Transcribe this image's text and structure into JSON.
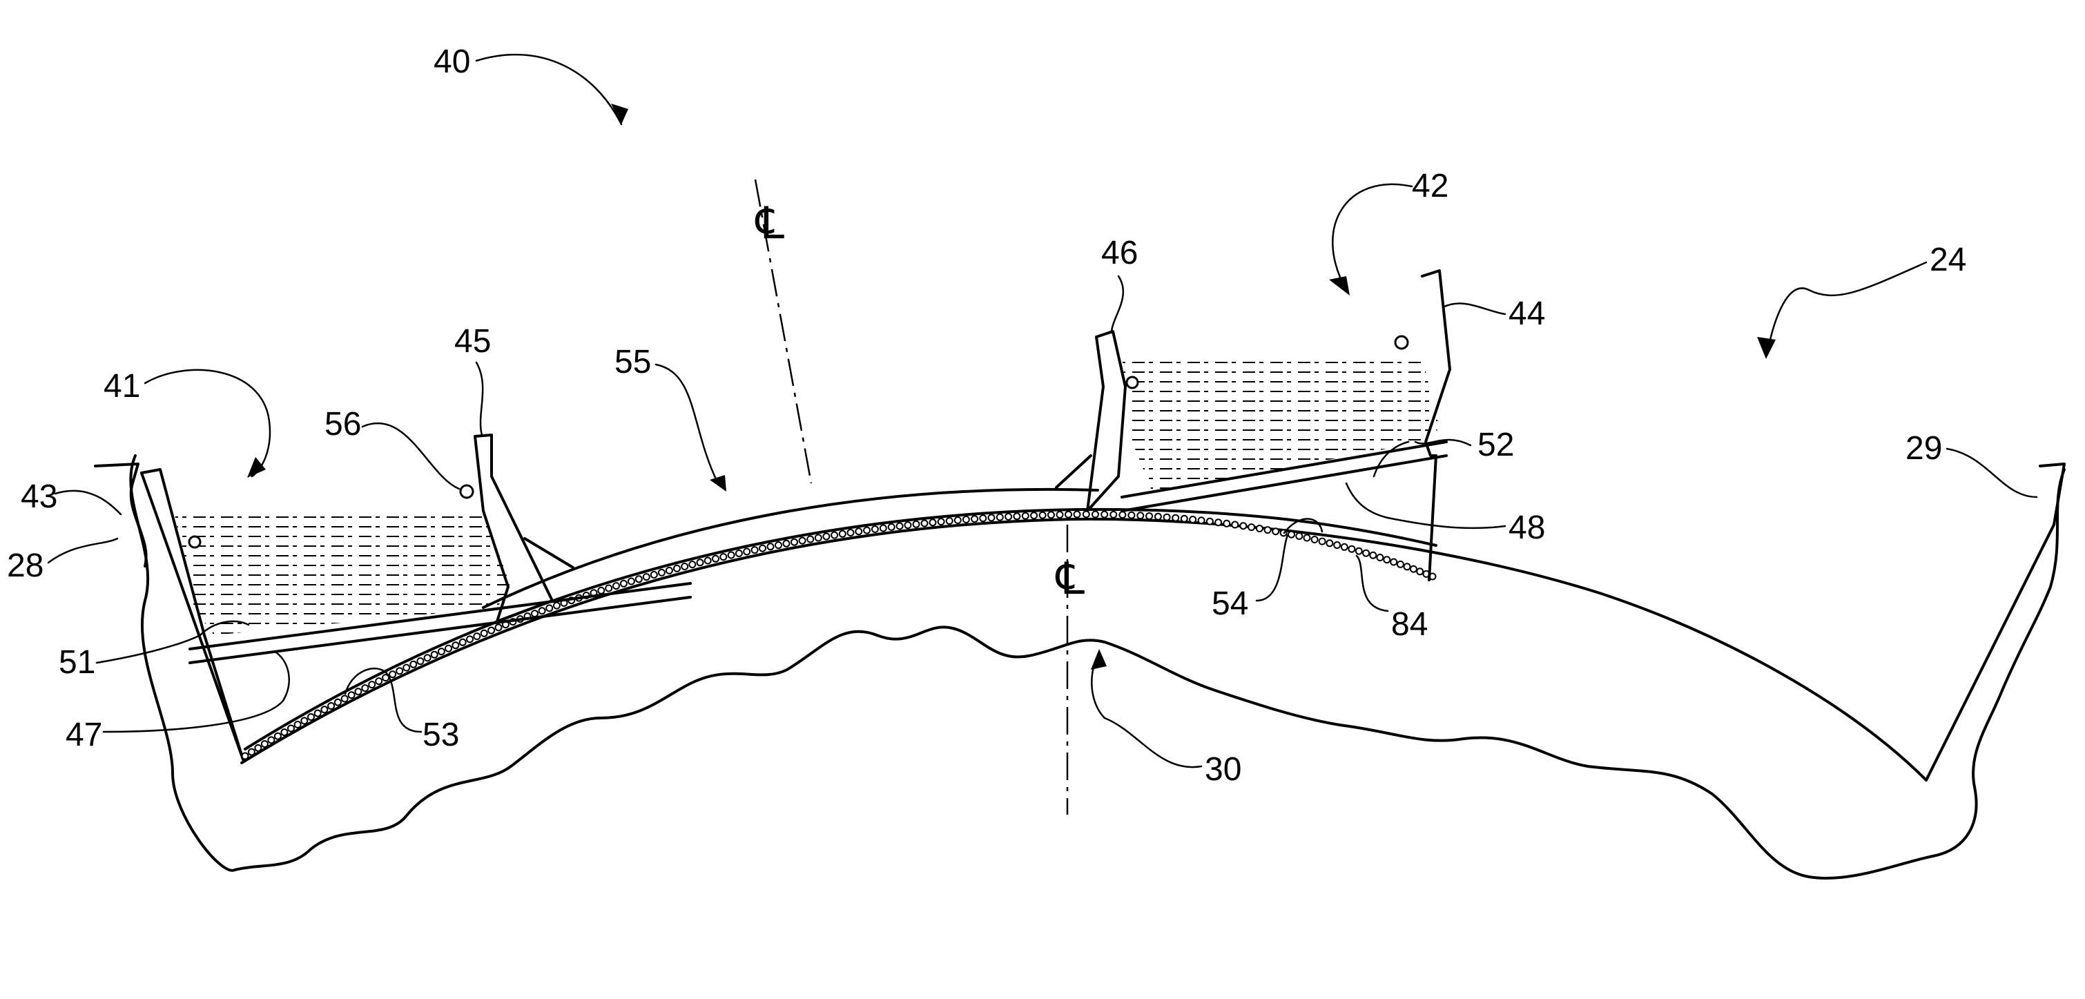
{
  "labels": {
    "l40": "40",
    "l42": "42",
    "l24": "24",
    "l46": "46",
    "l44": "44",
    "l41": "41",
    "l45": "45",
    "l55": "55",
    "l56": "56",
    "l52": "52",
    "l29": "29",
    "l43": "43",
    "l28": "28",
    "l48": "48",
    "l54": "54",
    "l84": "84",
    "l51": "51",
    "l47": "47",
    "l53": "53",
    "l30": "30"
  },
  "centerline_symbol": "℄"
}
